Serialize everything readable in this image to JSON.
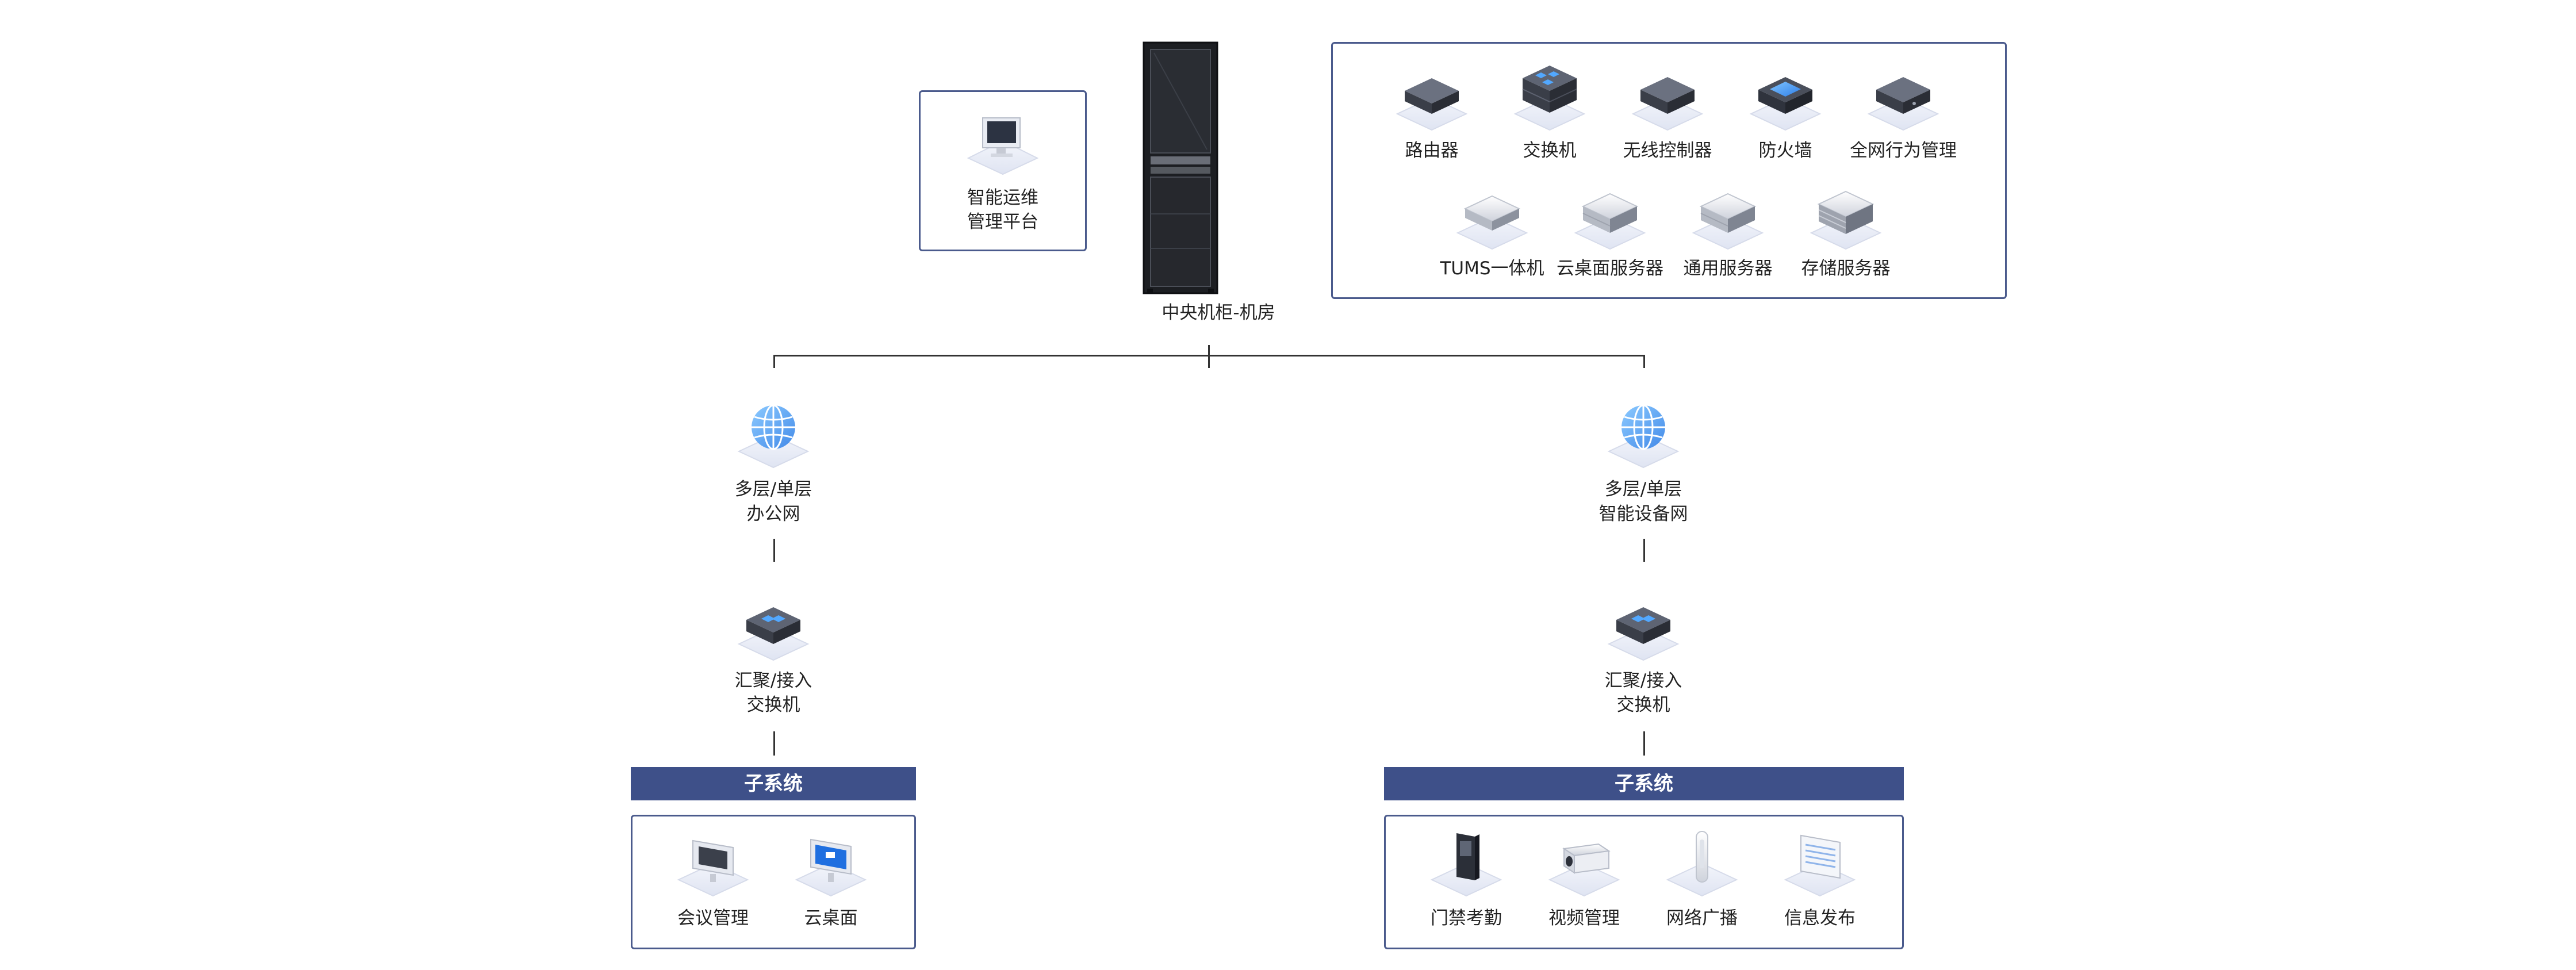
{
  "center": {
    "label": "中央机柜-机房"
  },
  "platform": {
    "line1": "智能运维",
    "line2": "管理平台",
    "icon": "monitor-icon"
  },
  "devices_row1": [
    {
      "label": "路由器",
      "icon": "router-icon"
    },
    {
      "label": "交换机",
      "icon": "switch-icon"
    },
    {
      "label": "无线控制器",
      "icon": "wireless-controller-icon"
    },
    {
      "label": "防火墙",
      "icon": "firewall-icon"
    },
    {
      "label": "全网行为管理",
      "icon": "behavior-management-icon"
    }
  ],
  "devices_row2": [
    {
      "label": "TUMS一体机",
      "icon": "server-icon"
    },
    {
      "label": "云桌面服务器",
      "icon": "server-icon"
    },
    {
      "label": "通用服务器",
      "icon": "server-icon"
    },
    {
      "label": "存储服务器",
      "icon": "storage-server-icon"
    }
  ],
  "left_branch": {
    "network": {
      "line1": "多层/单层",
      "line2": "办公网",
      "icon": "globe-icon"
    },
    "switch": {
      "line1": "汇聚/接入",
      "line2": "交换机",
      "icon": "switch-icon"
    },
    "subsystem_title": "子系统",
    "subsystems": [
      {
        "label": "会议管理",
        "icon": "meeting-display-icon"
      },
      {
        "label": "云桌面",
        "icon": "cloud-desktop-icon"
      }
    ]
  },
  "right_branch": {
    "network": {
      "line1": "多层/单层",
      "line2": "智能设备网",
      "icon": "globe-icon"
    },
    "switch": {
      "line1": "汇聚/接入",
      "line2": "交换机",
      "icon": "switch-icon"
    },
    "subsystem_title": "子系统",
    "subsystems": [
      {
        "label": "门禁考勤",
        "icon": "access-control-icon"
      },
      {
        "label": "视频管理",
        "icon": "camera-icon"
      },
      {
        "label": "网络广播",
        "icon": "speaker-icon"
      },
      {
        "label": "信息发布",
        "icon": "info-board-icon"
      }
    ]
  }
}
